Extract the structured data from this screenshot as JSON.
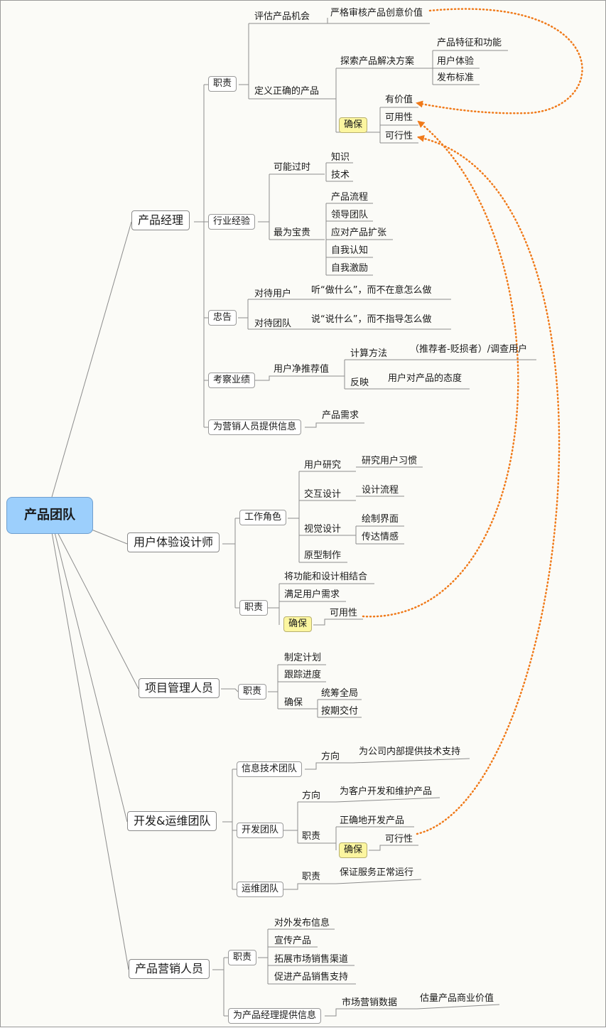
{
  "root": "产品团队",
  "colors": {
    "root_fill": "#9ccffc",
    "highlight_fill": "#fcf6a0",
    "relation_line": "#f07a1a",
    "branch_line": "#888888"
  },
  "pm": {
    "title": "产品经理",
    "duty": {
      "label": "职责",
      "evaluate": "评估产品机会",
      "evaluate_child": "严格审核产品创意价值",
      "define": "定义正确的产品",
      "explore": "探索产品解决方案",
      "explore_items": [
        "产品特征和功能",
        "用户体验",
        "发布标准"
      ],
      "ensure": "确保",
      "ensure_items": [
        "有价值",
        "可用性",
        "可行性"
      ]
    },
    "experience": {
      "label": "行业经验",
      "outdated": "可能过时",
      "outdated_items": [
        "知识",
        "技术"
      ],
      "valuable": "最为宝贵",
      "valuable_items": [
        "产品流程",
        "领导团队",
        "应对产品扩张",
        "自我认知",
        "自我激励"
      ]
    },
    "advice": {
      "label": "忠告",
      "users": "对待用户",
      "users_child": "听“做什么”，而不在意怎么做",
      "team": "对待团队",
      "team_child": "说“说什么”，而不指导怎么做"
    },
    "performance": {
      "label": "考察业绩",
      "nps": "用户净推荐值",
      "calc": "计算方法",
      "calc_child": "（推荐者-贬损者）/调查用户",
      "reflect": "反映",
      "reflect_child": "用户对产品的态度"
    },
    "marketing": {
      "label": "为营销人员提供信息",
      "child": "产品需求"
    }
  },
  "ux": {
    "title": "用户体验设计师",
    "roles": {
      "label": "工作角色",
      "research": "用户研究",
      "research_child": "研究用户习惯",
      "interaction": "交互设计",
      "interaction_child": "设计流程",
      "visual": "视觉设计",
      "visual_items": [
        "绘制界面",
        "传达情感"
      ],
      "prototype": "原型制作"
    },
    "duty": {
      "label": "职责",
      "items": [
        "将功能和设计相结合",
        "满足用户需求"
      ],
      "ensure": "确保",
      "ensure_child": "可用性"
    }
  },
  "project": {
    "title": "项目管理人员",
    "duty": {
      "label": "职责",
      "items": [
        "制定计划",
        "跟踪进度"
      ],
      "ensure": "确保",
      "ensure_items": [
        "统筹全局",
        "按期交付"
      ]
    }
  },
  "dev": {
    "title": "开发&运维团队",
    "it": {
      "label": "信息技术团队",
      "direction": "方向",
      "direction_child": "为公司内部提供技术支持"
    },
    "devteam": {
      "label": "开发团队",
      "direction": "方向",
      "direction_child": "为客户开发和维护产品",
      "duty": "职责",
      "duty_child": "正确地开发产品",
      "ensure": "确保",
      "ensure_child": "可行性"
    },
    "ops": {
      "label": "运维团队",
      "duty": "职责",
      "duty_child": "保证服务正常运行"
    }
  },
  "mkt": {
    "title": "产品营销人员",
    "duty": {
      "label": "职责",
      "items": [
        "对外发布信息",
        "宣传产品",
        "拓展市场销售渠道",
        "促进产品销售支持"
      ]
    },
    "info": {
      "label": "为产品经理提供信息",
      "data": "市场营销数据",
      "data_child": "估量产品商业价值"
    }
  }
}
